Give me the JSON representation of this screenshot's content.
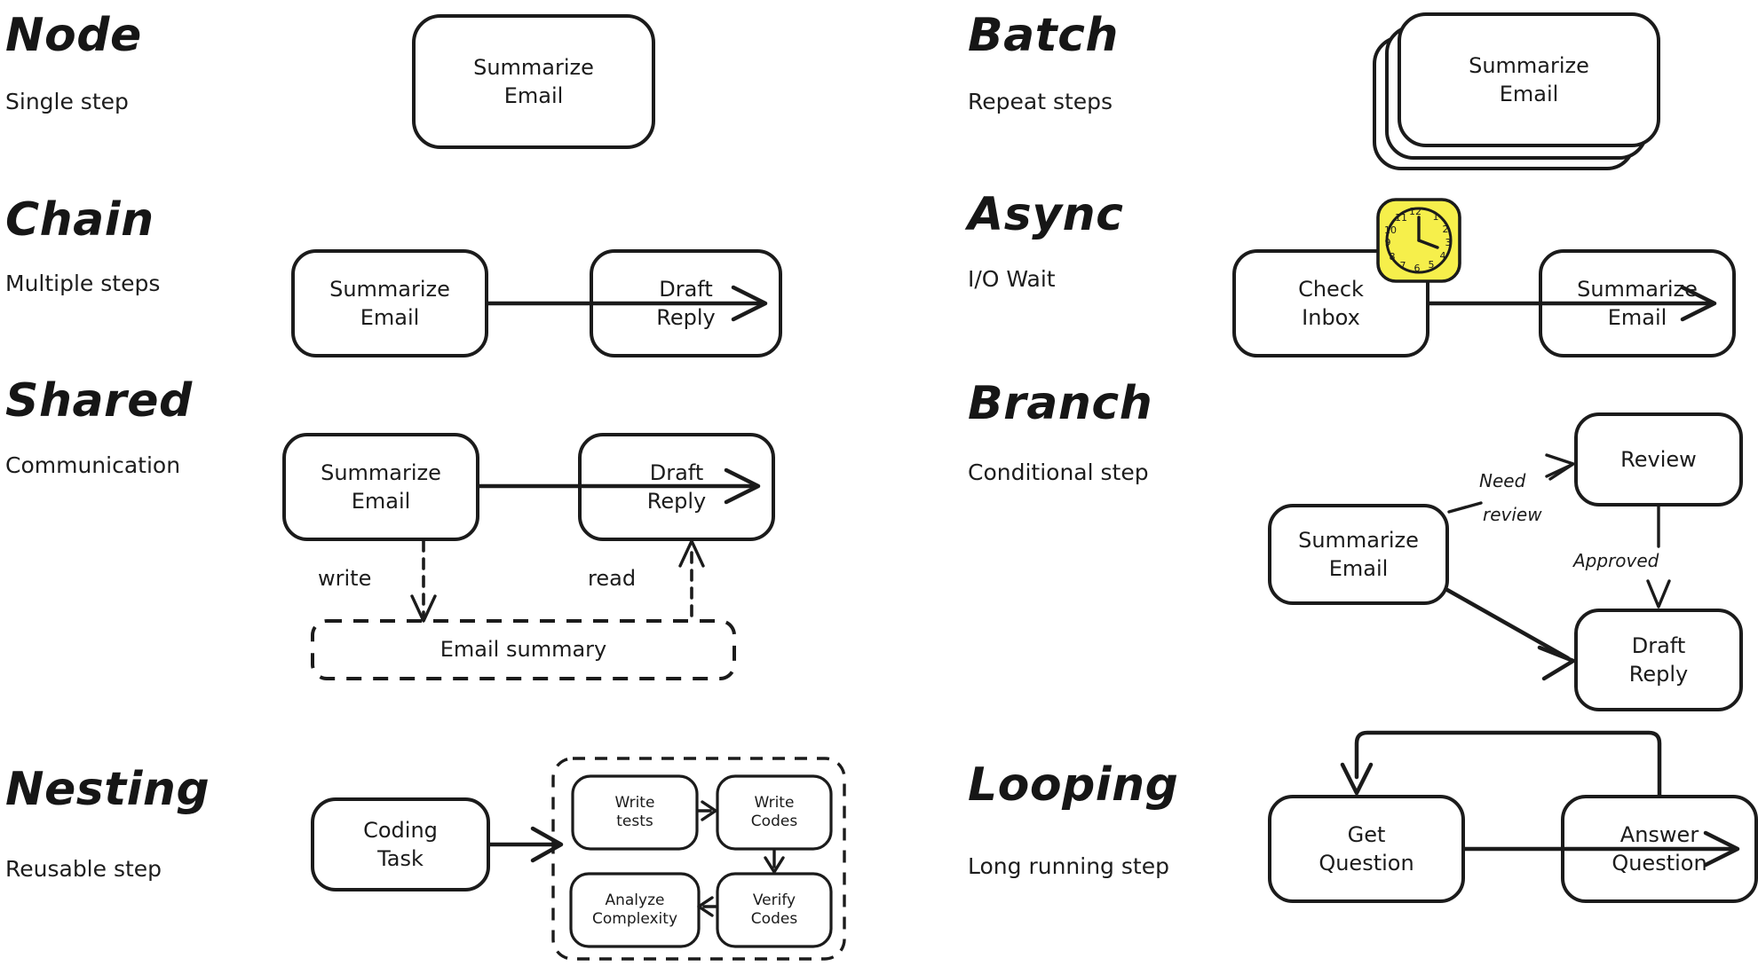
{
  "page": {
    "background": "#ffffff",
    "ink": "#1b1b1b",
    "accent_yellow": "#f6ef4b"
  },
  "sections": [
    {
      "key": "node",
      "title": "Node",
      "subtitle": "Single step",
      "nodes": [
        {
          "id": "node-summarize",
          "label": "Summarize\nEmail"
        }
      ]
    },
    {
      "key": "batch",
      "title": "Batch",
      "subtitle": "Repeat steps",
      "nodes": [
        {
          "id": "batch-summarize",
          "label": "Summarize\nEmail"
        }
      ],
      "stack_count": 3
    },
    {
      "key": "chain",
      "title": "Chain",
      "subtitle": "Multiple steps",
      "nodes": [
        {
          "id": "chain-summarize",
          "label": "Summarize\nEmail"
        },
        {
          "id": "chain-draft",
          "label": "Draft\nReply"
        }
      ],
      "edges": [
        {
          "from": "chain-summarize",
          "to": "chain-draft",
          "label": ""
        }
      ]
    },
    {
      "key": "async",
      "title": "Async",
      "subtitle": "I/O Wait",
      "nodes": [
        {
          "id": "async-check",
          "label": "Check\nInbox"
        },
        {
          "id": "async-summarize",
          "label": "Summarize\nEmail"
        }
      ],
      "edges": [
        {
          "from": "async-check",
          "to": "async-summarize",
          "label": ""
        }
      ],
      "badge": {
        "id": "clock-badge",
        "icon": "clock-icon",
        "color": "#f6ef4b",
        "time": "5:00"
      }
    },
    {
      "key": "shared",
      "title": "Shared",
      "subtitle": "Communication",
      "nodes": [
        {
          "id": "shared-summarize",
          "label": "Summarize\nEmail"
        },
        {
          "id": "shared-draft",
          "label": "Draft\nReply"
        },
        {
          "id": "shared-store",
          "label": "Email summary",
          "style": "dashed"
        }
      ],
      "edges": [
        {
          "from": "shared-summarize",
          "to": "shared-draft",
          "label": ""
        },
        {
          "from": "shared-summarize",
          "to": "shared-store",
          "label": "write",
          "style": "dashed"
        },
        {
          "from": "shared-store",
          "to": "shared-draft",
          "label": "read",
          "style": "dashed"
        }
      ]
    },
    {
      "key": "branch",
      "title": "Branch",
      "subtitle": "Conditional step",
      "nodes": [
        {
          "id": "branch-summarize",
          "label": "Summarize\nEmail"
        },
        {
          "id": "branch-review",
          "label": "Review"
        },
        {
          "id": "branch-draft",
          "label": "Draft\nReply"
        }
      ],
      "edges": [
        {
          "from": "branch-summarize",
          "to": "branch-review",
          "label": "Need\nreview"
        },
        {
          "from": "branch-review",
          "to": "branch-draft",
          "label": "Approved"
        },
        {
          "from": "branch-summarize",
          "to": "branch-draft",
          "label": ""
        }
      ],
      "edge_labels": [
        "Need",
        "review",
        "Approved"
      ]
    },
    {
      "key": "nesting",
      "title": "Nesting",
      "subtitle": "Reusable step",
      "nodes": [
        {
          "id": "nesting-coding",
          "label": "Coding\nTask"
        },
        {
          "id": "nesting-write-tests",
          "label": "Write\ntests"
        },
        {
          "id": "nesting-write-codes",
          "label": "Write\nCodes"
        },
        {
          "id": "nesting-verify-codes",
          "label": "Verify\nCodes"
        },
        {
          "id": "nesting-analyze",
          "label": "Analyze\nComplexity"
        }
      ],
      "edges": [
        {
          "from": "nesting-coding",
          "to": "nesting-subflow",
          "label": ""
        },
        {
          "from": "nesting-write-tests",
          "to": "nesting-write-codes",
          "label": ""
        },
        {
          "from": "nesting-write-codes",
          "to": "nesting-verify-codes",
          "label": ""
        },
        {
          "from": "nesting-verify-codes",
          "to": "nesting-analyze",
          "label": ""
        }
      ]
    },
    {
      "key": "looping",
      "title": "Looping",
      "subtitle": "Long running step",
      "nodes": [
        {
          "id": "looping-get",
          "label": "Get\nQuestion"
        },
        {
          "id": "looping-answer",
          "label": "Answer\nQuestion"
        }
      ],
      "edges": [
        {
          "from": "looping-get",
          "to": "looping-answer",
          "label": ""
        },
        {
          "from": "looping-answer",
          "to": "looping-get",
          "label": ""
        }
      ]
    }
  ],
  "clock_numerals": [
    "12",
    "1",
    "2",
    "3",
    "4",
    "5",
    "6",
    "7",
    "8",
    "9",
    "10",
    "11"
  ]
}
